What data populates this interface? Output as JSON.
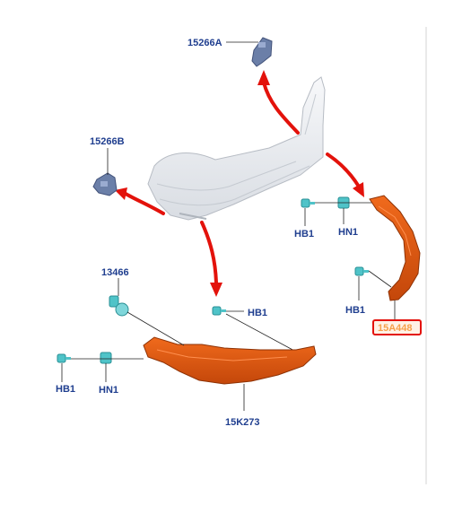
{
  "diagram": {
    "callouts": {
      "upper_bracket": "15266A",
      "left_bracket": "15266B",
      "sensor": "13466",
      "hb1_right_top": "HB1",
      "hn1_right_top": "HN1",
      "hb1_right_bottom": "HB1",
      "highlighted_part": "15A448",
      "hb1_center": "HB1",
      "hb1_left": "HB1",
      "hn1_left": "HN1",
      "lower_bracket": "15K273"
    },
    "colors": {
      "callout_text": "#1f3e8f",
      "highlight_box": "#e3120b",
      "highlight_fill": "#fff2e6",
      "highlight_text": "#f6a04a",
      "orange_part": "#e05a12",
      "fastener": "#4fc3c8",
      "bracket": "#6b7fa8",
      "bumper": "#eef0f3",
      "arrow": "#e3120b"
    }
  }
}
